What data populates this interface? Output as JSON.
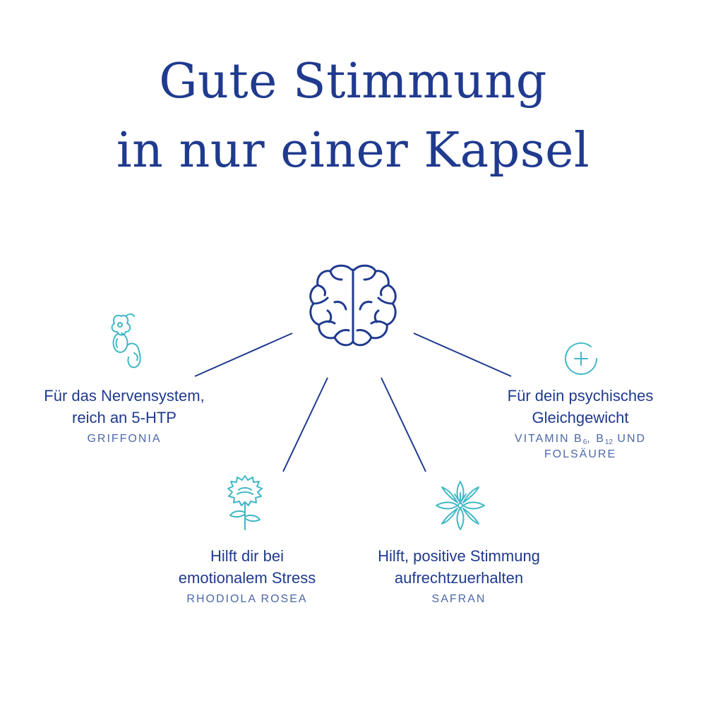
{
  "title": {
    "line1": "Gute Stimmung",
    "line2": "in nur einer Kapsel"
  },
  "colors": {
    "primary": "#1f3a8f",
    "secondary": "#4d68a8",
    "accent": "#3fb8c6"
  },
  "center_icon": "brain-icon",
  "items": [
    {
      "icon": "griffonia-seed-icon",
      "line1": "Für das Nervensystem,",
      "line2": "reich an 5-HTP",
      "ingredient": "GRIFFONIA"
    },
    {
      "icon": "rhodiola-flower-icon",
      "line1": "Hilft dir bei",
      "line2": "emotionalem Stress",
      "ingredient": "RHODIOLA ROSEA"
    },
    {
      "icon": "saffron-flower-icon",
      "line1": "Hilft, positive Stimmung",
      "line2": "aufrechtzuerhalten",
      "ingredient": "SAFRAN"
    },
    {
      "icon": "plus-circle-icon",
      "line1": "Für dein psychisches",
      "line2": "Gleichgewicht",
      "ingredient_prefix": "VITAMIN B",
      "ingredient_sub1": "6",
      "ingredient_mid": ", B",
      "ingredient_sub2": "12",
      "ingredient_suffix": " UND",
      "ingredient_line2": "FOLSÄURE"
    }
  ]
}
